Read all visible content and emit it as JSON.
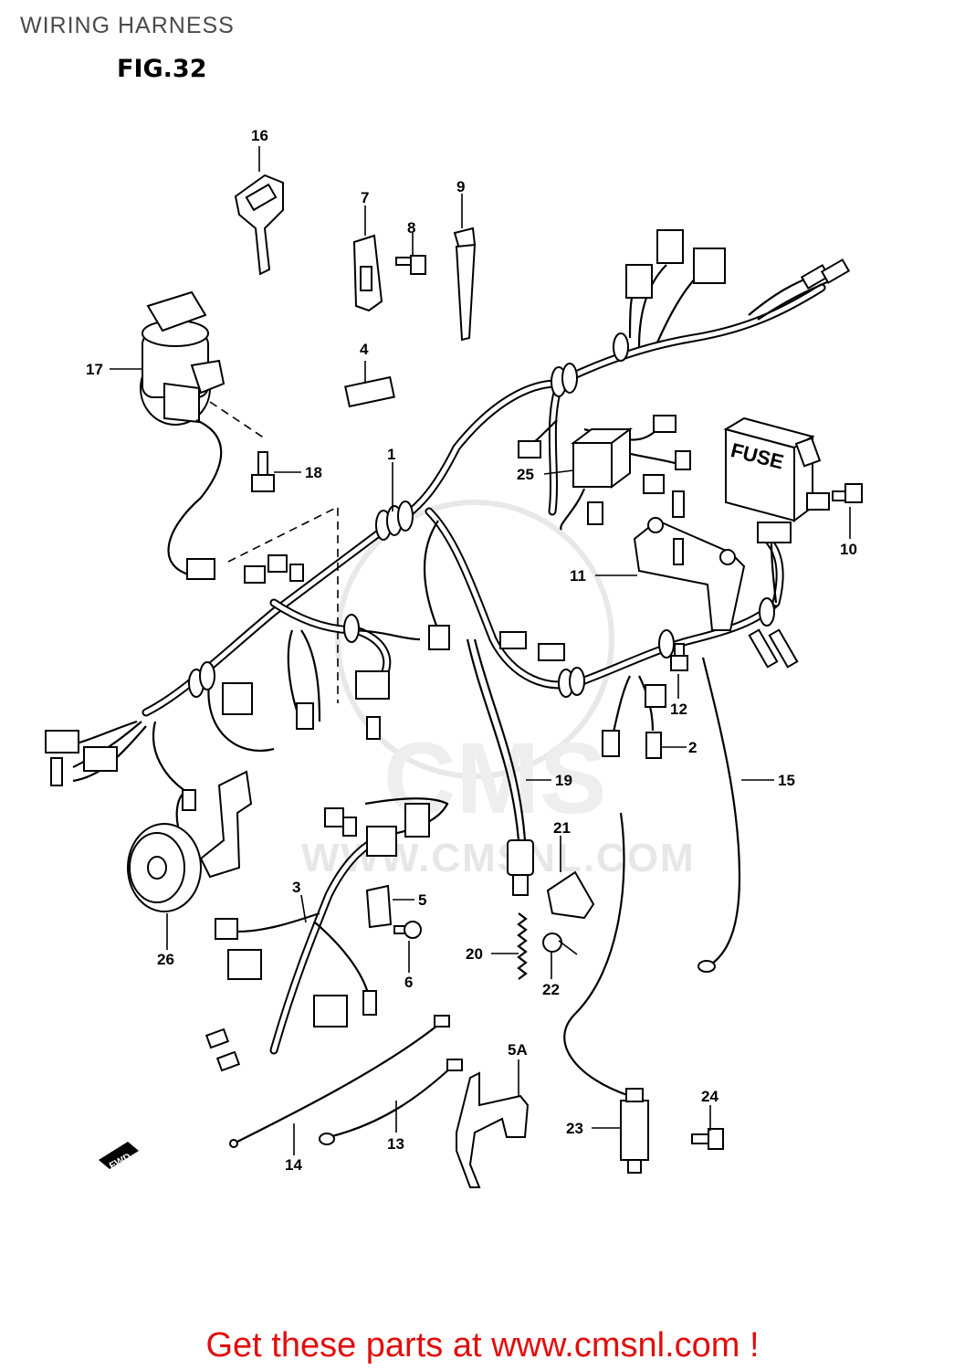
{
  "header": {
    "title": "WIRING HARNESS",
    "figure": "FIG.32"
  },
  "watermark": {
    "text": "WWW.CMSNL.COM",
    "logo": "CMS"
  },
  "parts": {
    "p1": "1",
    "p2": "2",
    "p3": "3",
    "p4": "4",
    "p5": "5",
    "p5a": "5A",
    "p6": "6",
    "p7": "7",
    "p8": "8",
    "p9": "9",
    "p10": "10",
    "p11": "11",
    "p12": "12",
    "p13": "13",
    "p14": "14",
    "p15": "15",
    "p16": "16",
    "p17": "17",
    "p18": "18",
    "p19": "19",
    "p20": "20",
    "p21": "21",
    "p22": "22",
    "p23": "23",
    "p24": "24",
    "p25": "25",
    "p26": "26"
  },
  "labels": {
    "fuse": "FUSE",
    "forward": "FWD"
  },
  "footer": {
    "cta": "Get these parts at www.cmsnl.com !"
  }
}
